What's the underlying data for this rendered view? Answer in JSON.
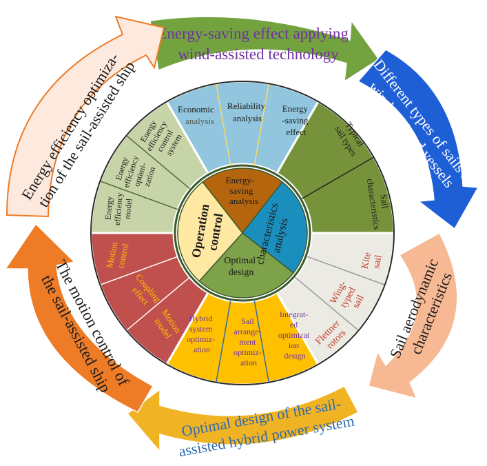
{
  "colors": {
    "outer_green": "#72a33f",
    "outer_green_text": "#7030a0",
    "outer_blue": "#1f5fd6",
    "outer_peach": "#f7b894",
    "outer_yellow": "#f0b323",
    "outer_yellow_text": "#2e6bb0",
    "outer_orange": "#ee7b26",
    "outer_pinkwhite": "#fde9de",
    "outer_pinkwhite_border": "#ee7b26",
    "sector_blue": "#92c6de",
    "sector_green": "#76933c",
    "sector_gray": "#ecebe3",
    "sector_gray_text": "#c0392b",
    "sector_yellow": "#ffc000",
    "sector_yellow_text": "#7030a0",
    "sector_red": "#c0504d",
    "sector_red_text": "#ffc000",
    "sector_olive": "#c7d4a7",
    "center_brown": "#b5650e",
    "center_teal": "#1a8fbd",
    "center_green": "#7ea24a",
    "center_cream": "#ffe8a1"
  },
  "outer_arrows": [
    {
      "id": "top",
      "lines": [
        "Energy-saving effect applying",
        "wind-assisted technology"
      ]
    },
    {
      "id": "right",
      "lines": [
        "Different types of sails in",
        "wind-assisted vessels"
      ]
    },
    {
      "id": "right_lower",
      "lines": [
        "Sail aerodynamic",
        "characteristics"
      ]
    },
    {
      "id": "bottom",
      "lines": [
        "Optimal design of the sail-",
        "assisted hybrid power system"
      ]
    },
    {
      "id": "left_lower",
      "lines": [
        "The motion control of",
        "the sail-assisted ship"
      ]
    },
    {
      "id": "left_upper",
      "lines": [
        "Energy efficiency optimiza-",
        "tion of the sail-assisted ship"
      ]
    }
  ],
  "sectors": {
    "top": [
      {
        "id": "economic",
        "lines": [
          "Economic",
          "analysis"
        ]
      },
      {
        "id": "reliability",
        "lines": [
          "Reliability",
          "analysis"
        ]
      },
      {
        "id": "energy_saving_effect",
        "lines": [
          "Energy",
          "-saving",
          "effect"
        ]
      }
    ],
    "right_upper": [
      {
        "id": "typical_sail_types",
        "lines": [
          "Typical",
          "sail types"
        ]
      },
      {
        "id": "sail_characteristics",
        "lines": [
          "Sail",
          "characteristics"
        ]
      }
    ],
    "right_lower": [
      {
        "id": "kite_sail",
        "lines": [
          "Kite",
          "sail"
        ]
      },
      {
        "id": "wing_typed_sail",
        "lines": [
          "Wing-",
          "typed",
          "sail"
        ]
      },
      {
        "id": "flettner_rotors",
        "lines": [
          "Flettner",
          "rotors"
        ]
      }
    ],
    "bottom": [
      {
        "id": "hybrid_system",
        "lines": [
          "Hybrid",
          "system",
          "optimiz-",
          "ation"
        ]
      },
      {
        "id": "sail_arrangement",
        "lines": [
          "Sail",
          "arrange-",
          "ment",
          "optimiz-",
          "ation"
        ]
      },
      {
        "id": "integrated_opt",
        "lines": [
          "Integrat-",
          "ed",
          "optimizat",
          "ion",
          "design"
        ]
      }
    ],
    "left_lower": [
      {
        "id": "motion_control",
        "lines": [
          "Motion",
          "control"
        ]
      },
      {
        "id": "coupling_effect",
        "lines": [
          "Coupling",
          "effect"
        ]
      },
      {
        "id": "motion_model",
        "lines": [
          "Motion",
          "model"
        ]
      }
    ],
    "left_upper": [
      {
        "id": "ee_control_system",
        "lines": [
          "Energy",
          "efficiency",
          "control",
          "system"
        ]
      },
      {
        "id": "ee_optimization",
        "lines": [
          "Energy",
          "efficiency",
          "optimi-",
          "zation"
        ]
      },
      {
        "id": "ee_model",
        "lines": [
          "Energy",
          "efficiency",
          "model"
        ]
      }
    ]
  },
  "center": {
    "energy_saving_analysis": [
      "Energy-",
      "saving",
      "analysis"
    ],
    "characteristics_analysis": [
      "characteristics",
      "analysis"
    ],
    "optimal_design": [
      "Optimal",
      "design"
    ],
    "operation_control": [
      "Operation",
      "control"
    ]
  }
}
